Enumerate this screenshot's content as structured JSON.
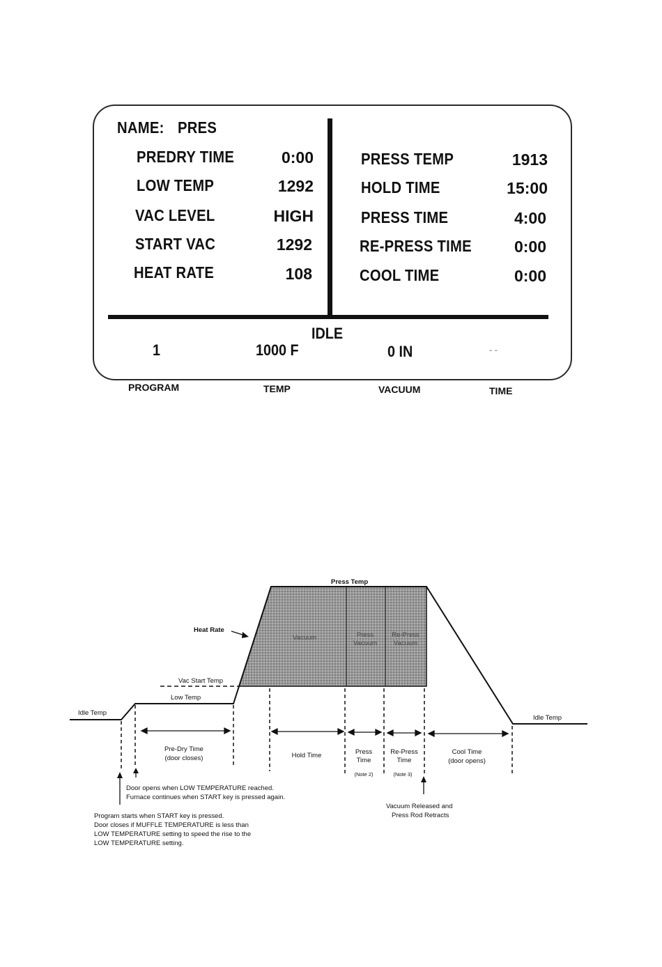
{
  "display": {
    "name_label": "NAME:",
    "name_value": "PRES",
    "left_params": [
      {
        "label": "PREDRY TIME",
        "value": "0:00"
      },
      {
        "label": "LOW TEMP",
        "value": "1292"
      },
      {
        "label": "VAC LEVEL",
        "value": "HIGH"
      },
      {
        "label": "START VAC",
        "value": "1292"
      },
      {
        "label": "HEAT RATE",
        "value": "108"
      }
    ],
    "right_params": [
      {
        "label": "PRESS TEMP",
        "value": "1913"
      },
      {
        "label": "HOLD TIME",
        "value": "15:00"
      },
      {
        "label": "PRESS TIME",
        "value": "4:00"
      },
      {
        "label": "RE-PRESS TIME",
        "value": "0:00"
      },
      {
        "label": "COOL TIME",
        "value": "0:00"
      }
    ],
    "status": "IDLE",
    "status_values": {
      "program": "1",
      "temp": "1000 F",
      "vacuum": "0 IN",
      "time": "- -"
    },
    "captions": {
      "program": "PROGRAM",
      "temp": "TEMP",
      "vacuum": "VACUUM",
      "time": "TIME"
    }
  },
  "diagram": {
    "press_temp": "Press Temp",
    "heat_rate": "Heat Rate",
    "vac_start_temp": "Vac Start Temp",
    "low_temp": "Low Temp",
    "idle_temp_left": "Idle Temp",
    "idle_temp_right": "Idle Temp",
    "vacuum": "Vacuum",
    "press_vacuum": [
      "Press",
      "Vacuum"
    ],
    "repress_vacuum": [
      "Re-Press",
      "Vacuum"
    ],
    "predry_time": [
      "Pre-Dry Time",
      "(door closes)"
    ],
    "hold_time": "Hold Time",
    "press_time": [
      "Press",
      "Time"
    ],
    "press_note": "(Note 2)",
    "repress_time": [
      "Re-Press",
      "Time"
    ],
    "repress_note": "(Note 3)",
    "cool_time": [
      "Cool Time",
      "(door opens)"
    ],
    "door_note": [
      "Door opens when LOW TEMPERATURE reached.",
      "Furnace continues when START key is pressed again."
    ],
    "program_note": [
      "Program starts when START key is pressed.",
      "Door closes if MUFFLE TEMPERATURE is less than",
      "LOW TEMPERATURE setting to speed the rise to the",
      "LOW TEMPERATURE setting."
    ],
    "vacuum_release": [
      "Vacuum Released and",
      "Press Rod Retracts"
    ]
  }
}
